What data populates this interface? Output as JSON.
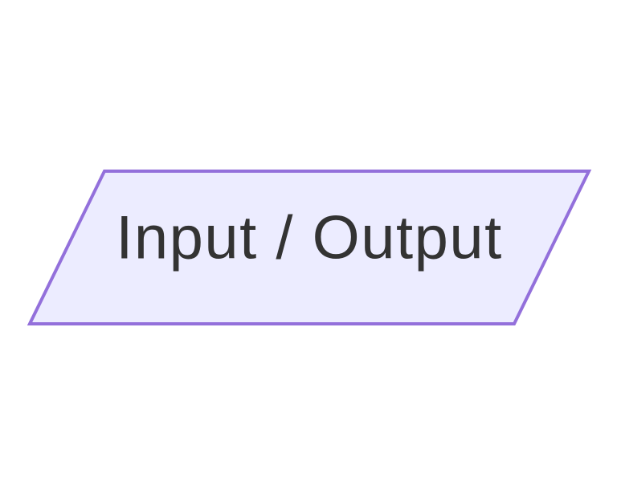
{
  "diagram": {
    "type": "flowchart",
    "node": {
      "id": "io-node",
      "shape": "parallelogram",
      "label": "Input / Output",
      "fill_color": "#ECECFF",
      "border_color": "#9370DB",
      "text_color": "#333333"
    }
  }
}
